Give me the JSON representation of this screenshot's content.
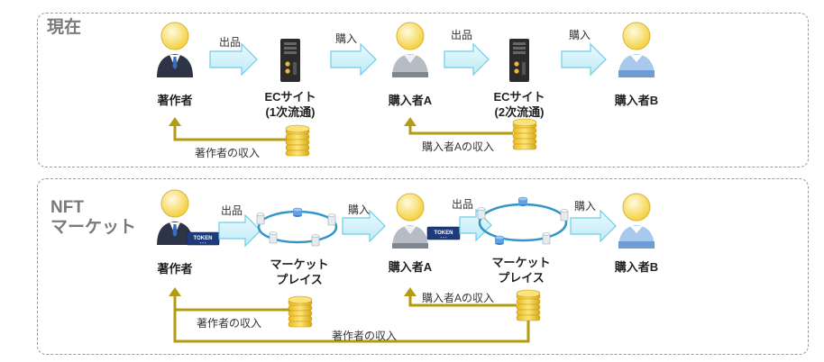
{
  "current": {
    "title": "現在",
    "actors": {
      "author": "著作者",
      "ec1": "ECサイト\n(1次流通)",
      "buyer_a": "購入者A",
      "ec2": "ECサイト\n(2次流通)",
      "buyer_b": "購入者B"
    },
    "flows": {
      "listing_1": "出品",
      "purchase_1": "購入",
      "listing_2": "出品",
      "purchase_2": "購入"
    },
    "income": {
      "author": "著作者の収入",
      "buyer_a": "購入者Aの収入"
    }
  },
  "nft": {
    "title": "NFT\nマーケット",
    "actors": {
      "author": "著作者",
      "marketplace_1": "マーケット\nプレイス",
      "buyer_a": "購入者A",
      "marketplace_2": "マーケット\nプレイス",
      "buyer_b": "購入者B"
    },
    "flows": {
      "listing_1": "出品",
      "purchase_1": "購入",
      "listing_2": "出品",
      "purchase_2": "購入"
    },
    "token_label": "TOKEN",
    "income": {
      "author_1": "著作者の収入",
      "buyer_a": "購入者Aの収入",
      "author_2": "著作者の収入"
    }
  },
  "colors": {
    "arrow_fill": "#d6f3fb",
    "arrow_stroke": "#6fcde6",
    "money_line": "#b39b12",
    "coin": "#f3d23c",
    "ring": "#2f96c8",
    "token": "#1e3a78"
  }
}
